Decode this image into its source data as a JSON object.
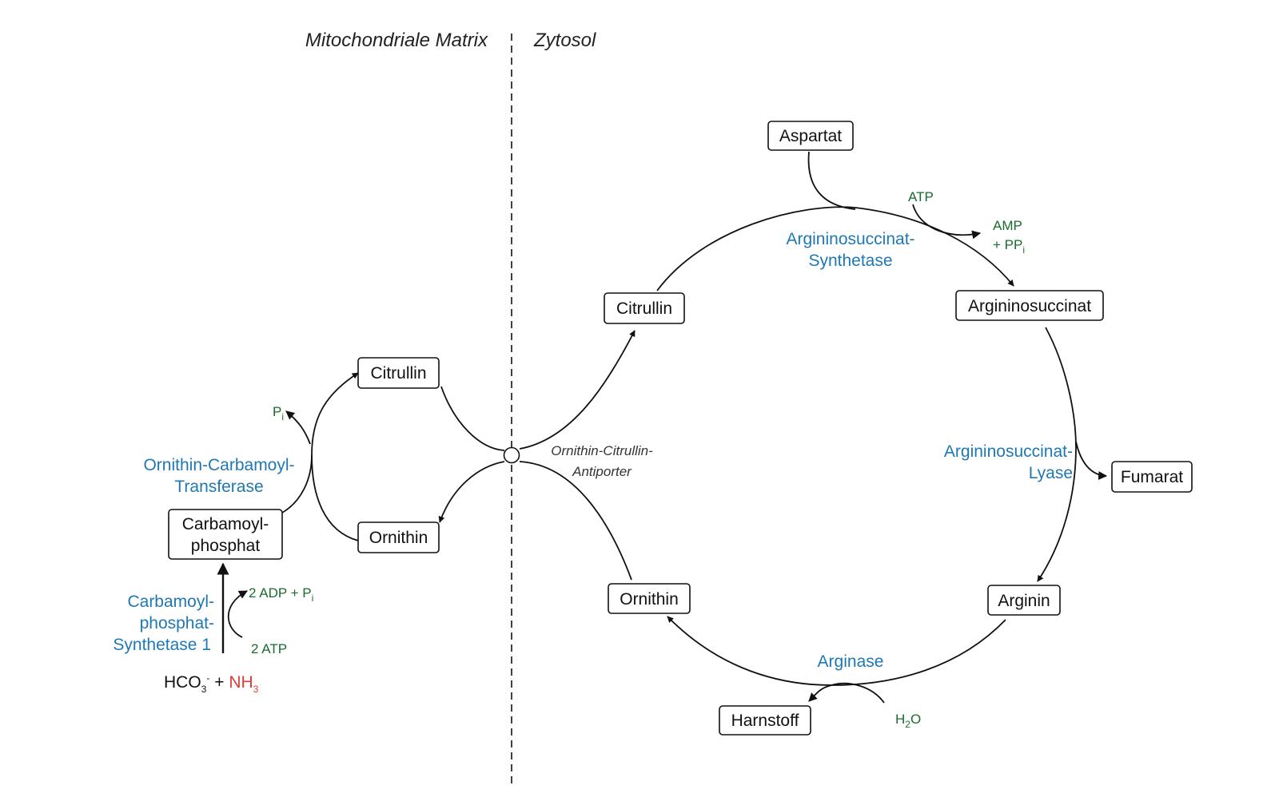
{
  "regions": {
    "left": "Mitochondriale Matrix",
    "right": "Zytosol"
  },
  "nodes": {
    "citrullin_mito": "Citrullin",
    "ornithin_mito": "Ornithin",
    "carbamoyl_line1": "Carbamoyl-",
    "carbamoyl_line2": "phosphat",
    "aspartat": "Aspartat",
    "citrullin_cyto": "Citrullin",
    "argininosuccinat": "Argininosuccinat",
    "fumarat": "Fumarat",
    "arginin": "Arginin",
    "ornithin_cyto": "Ornithin",
    "harnstoff": "Harnstoff"
  },
  "substrates": {
    "hco3_main": "HCO",
    "hco3_sub": "3",
    "hco3_sup": "-",
    "plus": "+",
    "nh3_main": "NH",
    "nh3_sub": "3"
  },
  "enzymes": {
    "cps1_line1": "Carbamoyl-",
    "cps1_line2": "phosphat-",
    "cps1_line3": "Synthetase 1",
    "oct_line1": "Ornithin-Carbamoyl-",
    "oct_line2": "Transferase",
    "ass_line1": "Argininosuccinat-",
    "ass_line2": "Synthetase",
    "asl_line1": "Argininosuccinat-",
    "asl_line2": "Lyase",
    "arginase": "Arginase"
  },
  "cofactors": {
    "atp2": "2 ATP",
    "adp_main": "2 ADP + P",
    "adp_sub": "i",
    "pi_main": "P",
    "pi_sub": "i",
    "atp": "ATP",
    "amp": "AMP",
    "ppi_main": "+ PP",
    "ppi_sub": "i",
    "h2o_h": "H",
    "h2o_sub": "2",
    "h2o_o": "O"
  },
  "transporter": {
    "line1": "Ornithin-Citrullin-",
    "line2": "Antiporter"
  },
  "colors": {
    "enzyme": "#1f78b4",
    "cofactor": "#1a6b2e",
    "ammonia": "#e03c31",
    "text": "#111111"
  }
}
